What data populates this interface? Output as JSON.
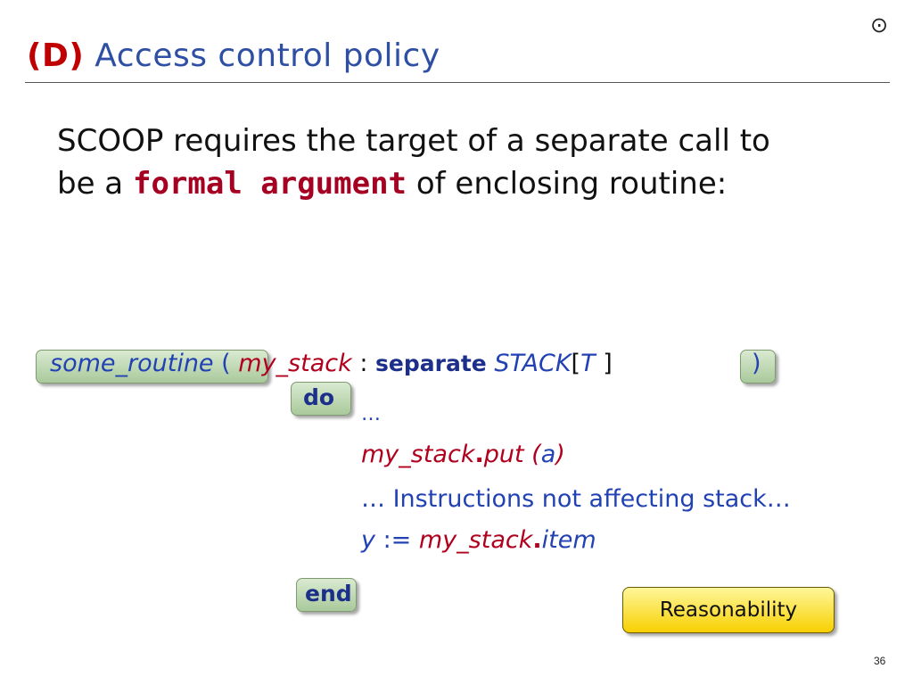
{
  "slide": {
    "title_tag": "(D)",
    "title_text": "Access control policy",
    "logo_glyph": "⊙",
    "body_line1": "SCOOP requires the target of a separate call to",
    "body_line2_pre": "be a",
    "body_highlight": "formal argument",
    "body_line2_post": "of enclosing routine:",
    "page_number": "36"
  },
  "code": {
    "routine_name": "some_routine",
    "open_paren": "(",
    "arg_name": "my_stack",
    "colon": ":",
    "separate_kw": "separate",
    "type_name": "STACK",
    "open_bracket": "[",
    "generic_param": "T",
    "close_bracket": "]",
    "close_paren": ")",
    "do_kw": "do",
    "ellipsis": "…",
    "line2_target": "my_stack",
    "dot": ".",
    "line2_feature": "put",
    "line2_args_open": "(",
    "line2_arg": "a",
    "line2_args_close": ")",
    "comment_line": "… Instructions not affecting stack…",
    "assign_var": "y",
    "assign_op": ":=",
    "assign_target": "my_stack",
    "assign_feature": "item",
    "end_kw": "end"
  },
  "reasonability_label": "Reasonability",
  "colors": {
    "title": "#2e4fa3",
    "tag": "#c00000",
    "highlight": "#a50021",
    "keyword": "#1c2f8a",
    "pill_green": "#a9c99b",
    "button_yellow": "#f7d000"
  }
}
